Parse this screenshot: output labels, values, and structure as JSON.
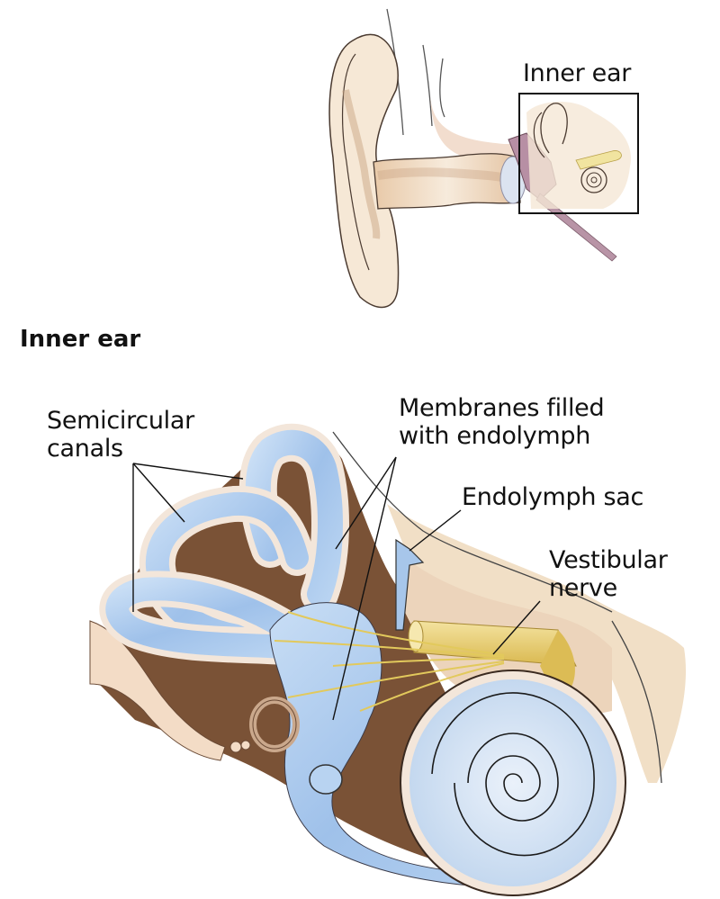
{
  "overview": {
    "callout_label": "Inner ear"
  },
  "detail": {
    "section_title": "Inner ear",
    "labels": {
      "semicircular_canals": [
        "Semicircular",
        "canals"
      ],
      "membranes": [
        "Membranes filled",
        "with endolymph"
      ],
      "endolymph_sac": "Endolymph sac",
      "vestibular_nerve": [
        "Vestibular",
        "nerve"
      ]
    }
  },
  "colors": {
    "skin": "#f3e2cc",
    "canal": "#a9c9ec",
    "bone": "#ead7bf",
    "cavity": "#7a5236",
    "nerve": "#e9cf73",
    "ossicle": "#b88ea0"
  }
}
